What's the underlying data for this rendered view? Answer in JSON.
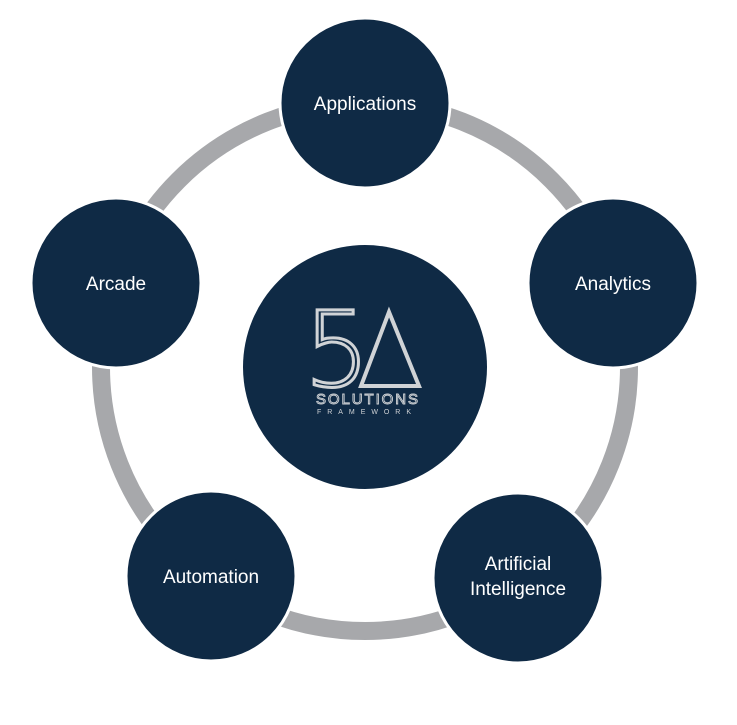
{
  "diagram": {
    "center": {
      "logo_number": "5",
      "logo_title": "SOLUTIONS",
      "logo_subtitle": "FRAMEWORK"
    },
    "nodes": [
      {
        "label": "Applications"
      },
      {
        "label": "Analytics"
      },
      {
        "label": "Artificial",
        "label2": "Intelligence"
      },
      {
        "label": "Automation"
      },
      {
        "label": "Arcade"
      }
    ],
    "colors": {
      "node": "#0f2a45",
      "ring": "#a7a8ab",
      "logo": "#d0d3d6"
    }
  }
}
